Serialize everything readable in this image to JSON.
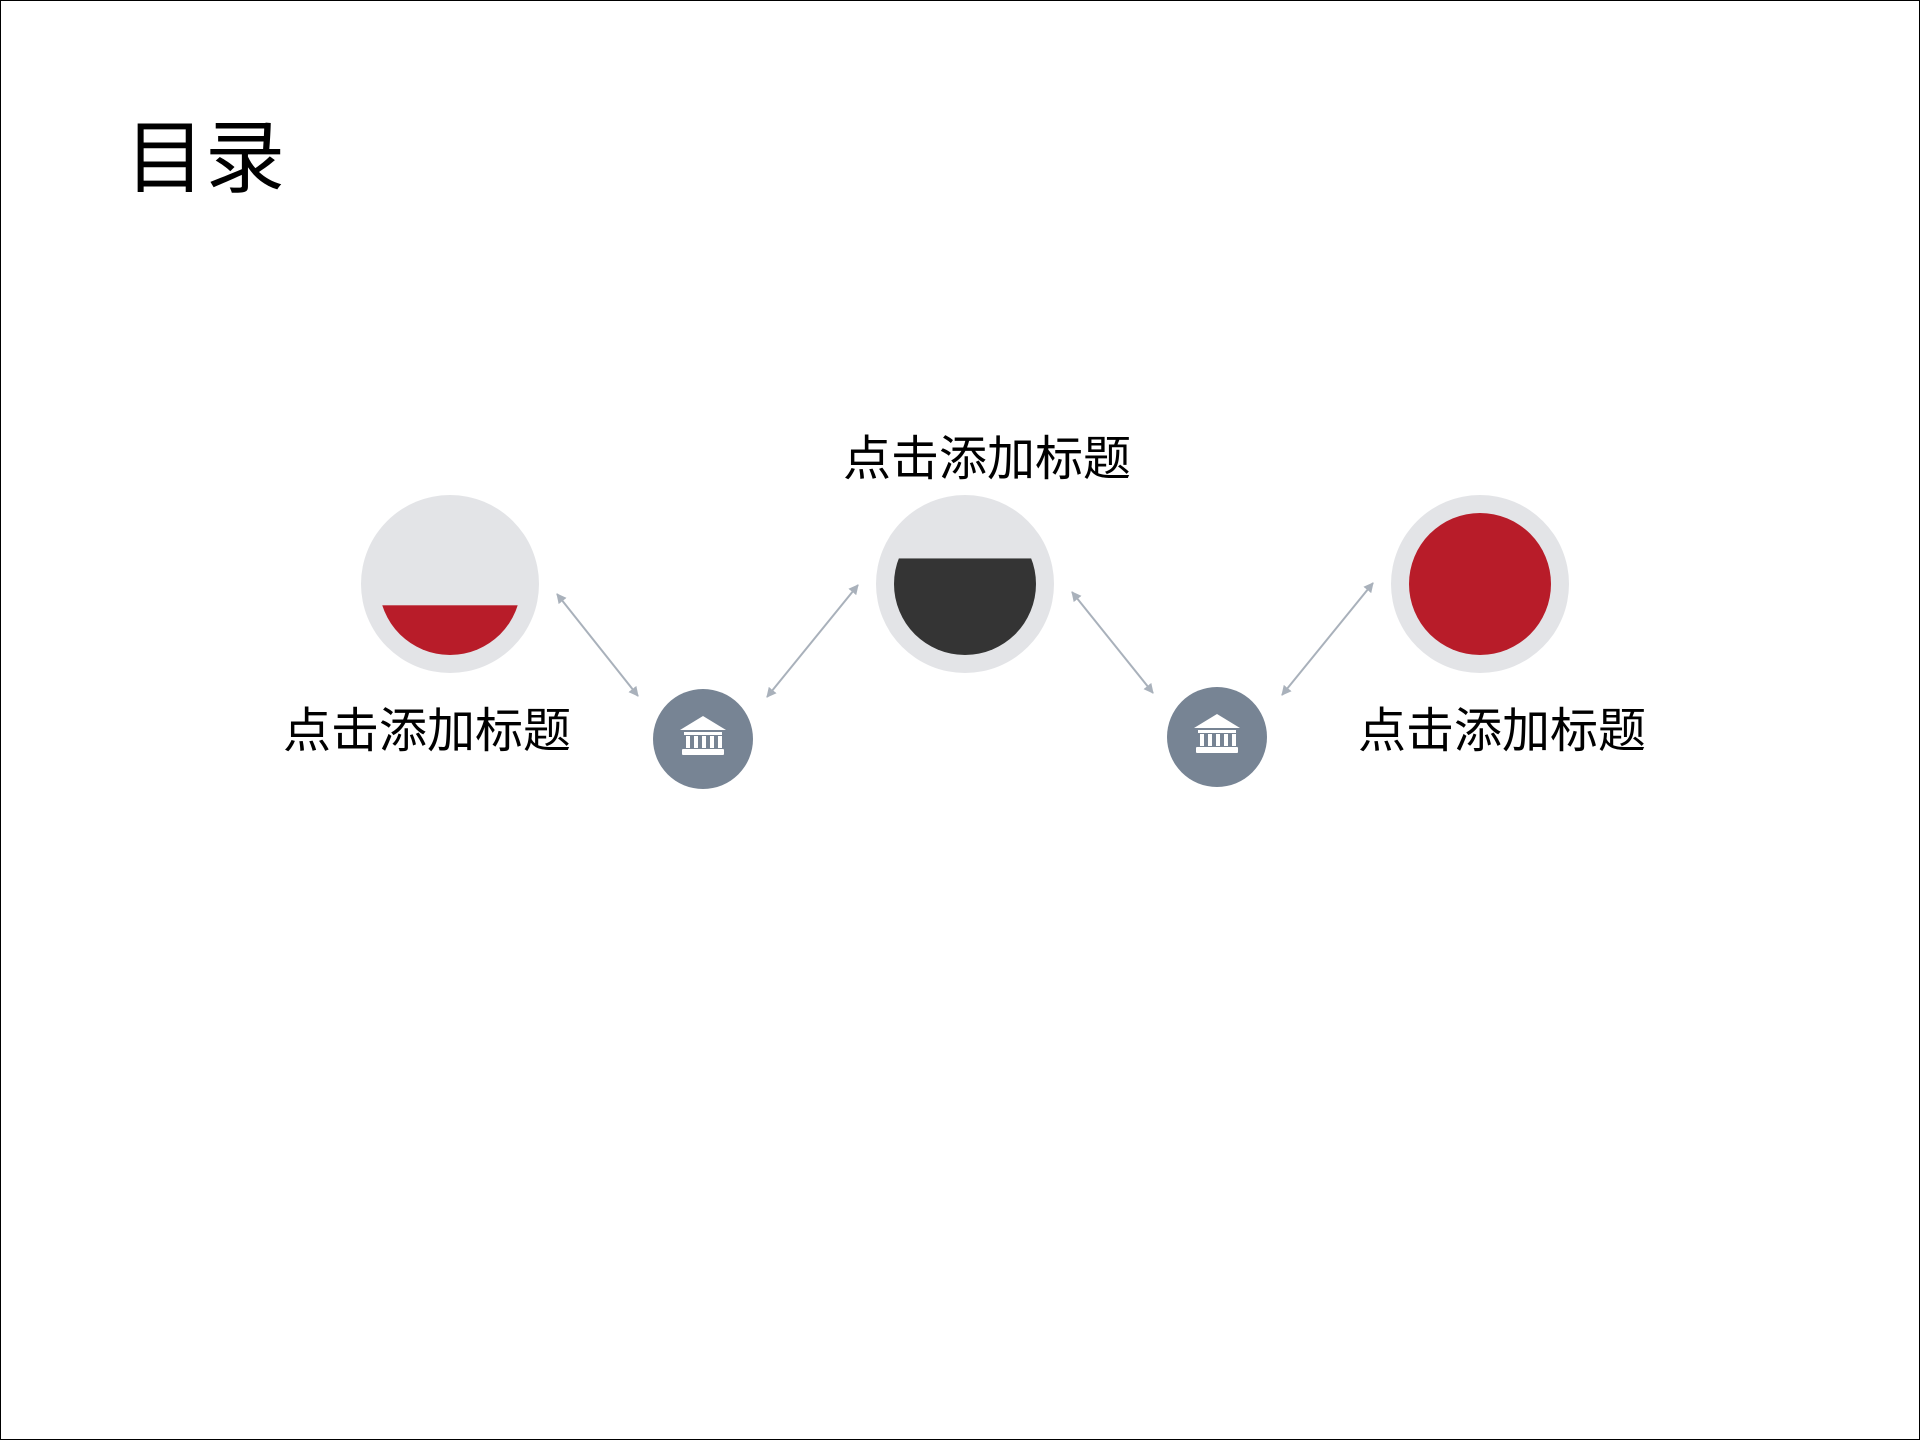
{
  "slide": {
    "title": "目录"
  },
  "items": [
    {
      "label": "点击添加标题",
      "fill_level": 0.35,
      "fill_color": "#B81C29"
    },
    {
      "label": "点击添加标题",
      "fill_level": 0.68,
      "fill_color": "#343434"
    },
    {
      "label": "点击添加标题",
      "fill_level": 1.0,
      "fill_color": "#B81C29"
    }
  ],
  "connectors": [
    {
      "icon": "bank-icon"
    },
    {
      "icon": "bank-icon"
    }
  ],
  "colors": {
    "circle_bg": "#E3E4E7",
    "accent_red": "#B81C29",
    "dark_fill": "#343434",
    "connector_circle": "#778494",
    "arrow": "#A9B1BB"
  }
}
